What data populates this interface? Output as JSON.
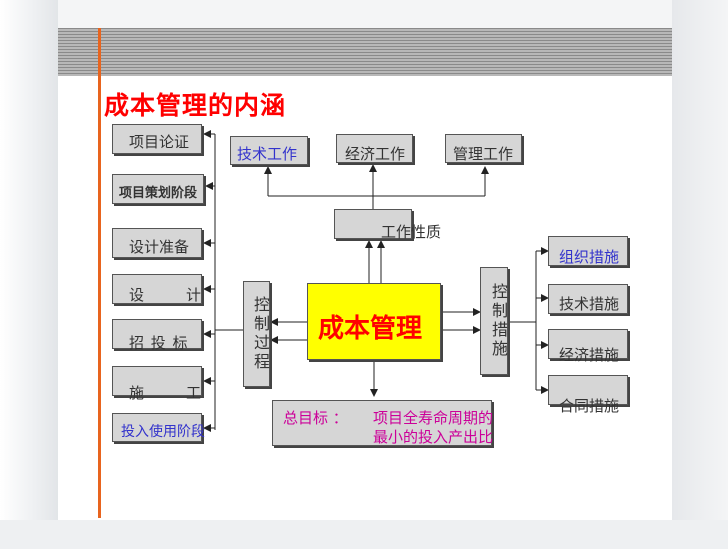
{
  "title": "成本管理的内涵",
  "center": "成本管理",
  "work_nature": "工作性质",
  "work_types": [
    "技术工作",
    "经济工作",
    "管理工作"
  ],
  "phases": [
    "项目论证",
    "项目策划阶段",
    "设计准备",
    "设　　计",
    "招  投  标",
    "施　　工",
    "投入使用阶段"
  ],
  "control_process": "控制过程",
  "control_measures": "控制措施",
  "measures": [
    "组织措施",
    "技术措施",
    "经济措施",
    "合同措施"
  ],
  "goal": {
    "label": "总目标 ：",
    "text_line1": "项目全寿命周期的",
    "text_line2": "最小的投入产出比"
  },
  "colors": {
    "title": "#ff0000",
    "center_fill": "#ffff00",
    "center_text": "#ff0000",
    "blue_text": "#3333cc",
    "magenta_text": "#cc0099",
    "accent_line": "#e8641e"
  }
}
